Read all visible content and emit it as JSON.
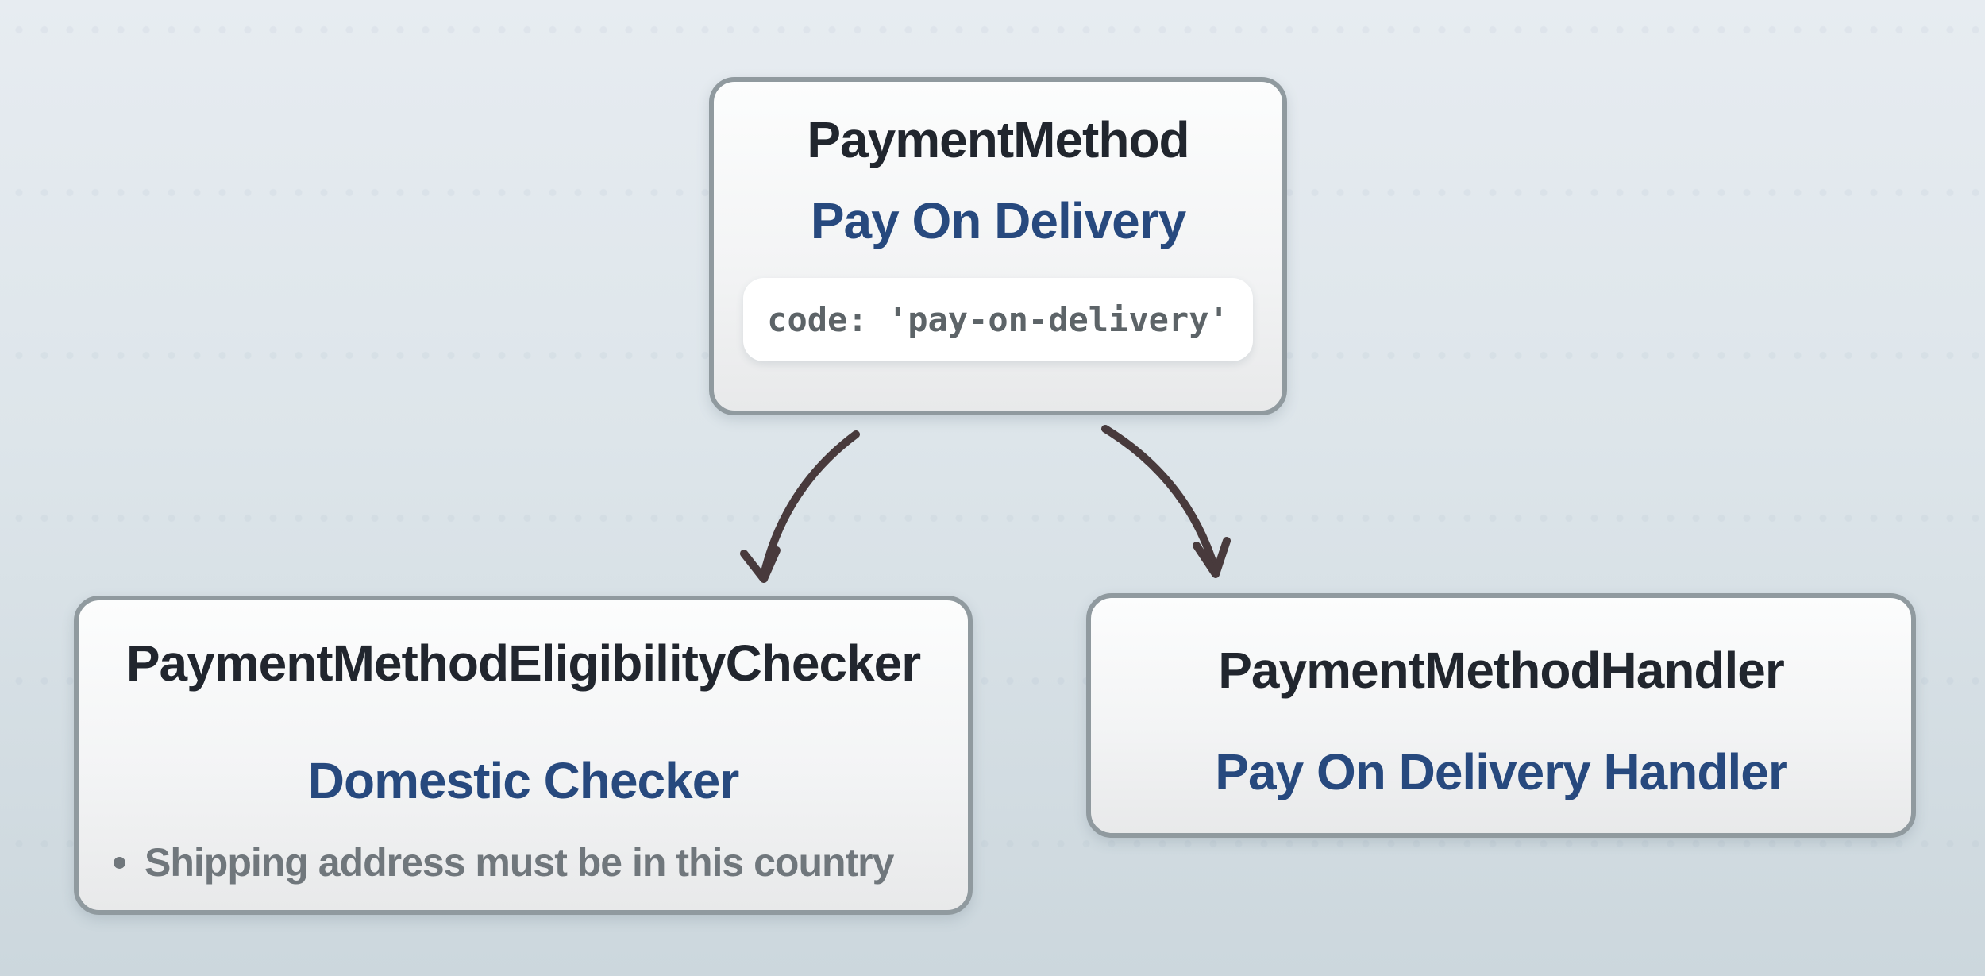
{
  "nodes": {
    "payment_method": {
      "title": "PaymentMethod",
      "subtitle": "Pay On Delivery",
      "code": "code: 'pay-on-delivery'"
    },
    "eligibility_checker": {
      "title": "PaymentMethodEligibilityChecker",
      "subtitle": "Domestic Checker",
      "rules": [
        "Shipping address must be in this country"
      ]
    },
    "handler": {
      "title": "PaymentMethodHandler",
      "subtitle": "Pay On Delivery Handler"
    }
  },
  "colors": {
    "accent_blue": "#27497e",
    "heading_dark": "#21262e",
    "rule_gray": "#70777c",
    "code_gray": "#5d6468",
    "arrow": "#483a3c",
    "node_border": "#909a9f",
    "background_top": "#e7ecf1",
    "background_bottom": "#ccd7dd",
    "node_fill_top": "#fcfdfd",
    "node_fill_bottom": "#e8e9ea",
    "code_pill_bg": "#ffffff"
  }
}
